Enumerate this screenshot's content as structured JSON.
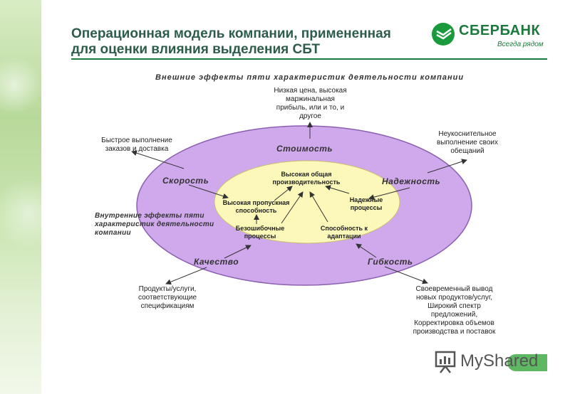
{
  "slide": {
    "title_line1": "Операционная модель компании, примененная",
    "title_line2": "для оценки влияния выделения СБТ"
  },
  "logo": {
    "name": "СБЕРБАНК",
    "tagline": "Всегда рядом"
  },
  "diagram": {
    "external_title": "Внешние эффекты пяти характеристик деятельности компании",
    "internal_title_lines": [
      "Внутренние эффекты пяти",
      "характеристик деятельности",
      "компании"
    ],
    "outer_labels": {
      "cost": "Стоимость",
      "speed": "Скорость",
      "reliability": "Надежность",
      "quality": "Качество",
      "flexibility": "Гибкость"
    },
    "inner_labels": {
      "productivity": [
        "Высокая общая",
        "производительность"
      ],
      "throughput": [
        "Высокая пропускная",
        "способность"
      ],
      "reliable_processes": [
        "Надежные",
        "процессы"
      ],
      "error_free": [
        "Безошибочные",
        "процессы"
      ],
      "adaptability": [
        "Способность к",
        "адаптации"
      ]
    },
    "external_effects": {
      "cost": [
        "Низкая цена, высокая",
        "маржинальная",
        "прибыль, или и то, и",
        "другое"
      ],
      "speed": [
        "Быстрое выполнение",
        "заказов и доставка"
      ],
      "reliability": [
        "Неукоснительное",
        "выполнение своих",
        "обещаний"
      ],
      "quality": [
        "Продукты/услуги,",
        "соответствующие",
        "спецификациям"
      ],
      "flexibility": [
        "Своевременный вывод",
        "новых продуктов/услуг,",
        "Широкий спектр",
        "предложений,",
        "Корректировка объемов",
        "производства и поставок"
      ]
    },
    "colors": {
      "outer_fill": "#cfa9ec",
      "outer_stroke": "#8a5fb0",
      "inner_fill": "#fbf8b9",
      "arrow": "#333333"
    }
  },
  "watermark": {
    "text": "MyShared"
  }
}
